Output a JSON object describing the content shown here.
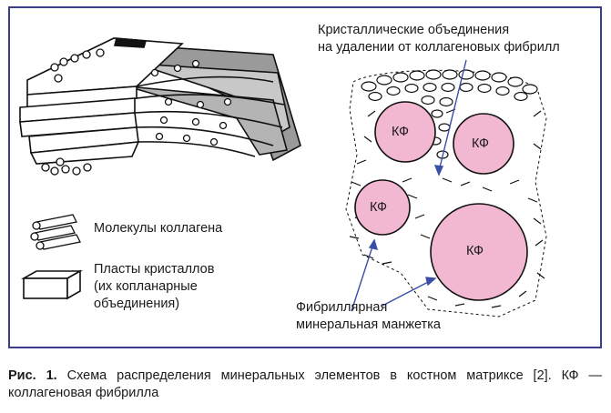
{
  "labels": {
    "crystal_distant": "Кристаллические объединения\nна удалении от коллагеновых фибрилл",
    "collagen_molecules": "Молекулы коллагена",
    "crystal_plates": "Пласты кристаллов\n(их копланарные\nобъединения)",
    "fibrillar_cuff": "Фибриллярная\nминеральная манжетка",
    "fibril_abbr": "КФ"
  },
  "caption": {
    "prefix": "Рис. 1.",
    "text": " Схема распределения минеральных элементов в костном матриксе [2]. КФ — коллагеновая фибрилла"
  },
  "colors": {
    "frame": "#3c3c8c",
    "fibril_fill": "#f2b8d2",
    "arrow": "#3a4ea8",
    "plate_gray": "#8c8c8c"
  }
}
